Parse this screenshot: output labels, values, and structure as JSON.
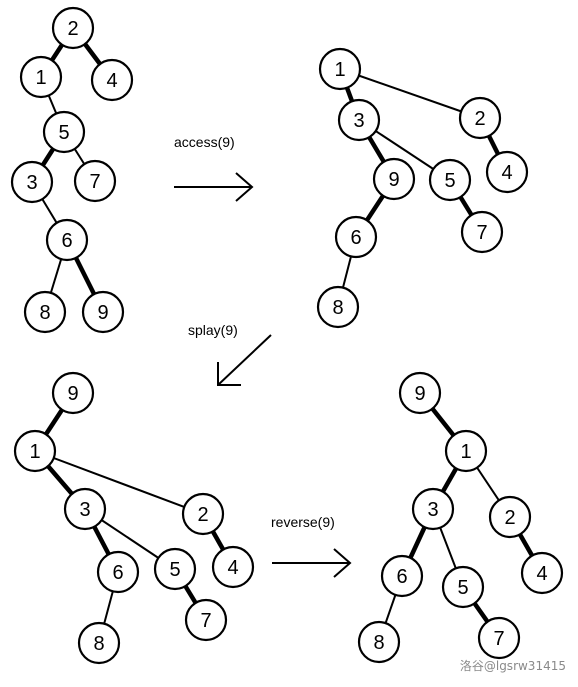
{
  "colors": {
    "stroke": "#000000",
    "node_fill": "#ffffff",
    "watermark": "#8a8a8a"
  },
  "operations": {
    "access": "access(9)",
    "splay": "splay(9)",
    "reverse": "reverse(9)"
  },
  "watermark": "洛谷@lgsrw31415",
  "trees": [
    {
      "id": "tree-initial",
      "nodes": [
        "2",
        "1",
        "4",
        "5",
        "3",
        "7",
        "6",
        "8",
        "9"
      ],
      "edges": [
        {
          "from": "2",
          "to": "1",
          "heavy": true
        },
        {
          "from": "2",
          "to": "4",
          "heavy": true
        },
        {
          "from": "1",
          "to": "5",
          "heavy": false
        },
        {
          "from": "5",
          "to": "3",
          "heavy": true
        },
        {
          "from": "5",
          "to": "7",
          "heavy": false
        },
        {
          "from": "3",
          "to": "6",
          "heavy": false
        },
        {
          "from": "6",
          "to": "8",
          "heavy": false
        },
        {
          "from": "6",
          "to": "9",
          "heavy": true
        }
      ]
    },
    {
      "id": "tree-after-access",
      "nodes": [
        "1",
        "2",
        "3",
        "4",
        "9",
        "5",
        "6",
        "7",
        "8"
      ],
      "edges": [
        {
          "from": "1",
          "to": "3",
          "heavy": true
        },
        {
          "from": "1",
          "to": "2",
          "heavy": false
        },
        {
          "from": "2",
          "to": "4",
          "heavy": true
        },
        {
          "from": "3",
          "to": "9",
          "heavy": true
        },
        {
          "from": "3",
          "to": "5",
          "heavy": false
        },
        {
          "from": "9",
          "to": "6",
          "heavy": true
        },
        {
          "from": "5",
          "to": "7",
          "heavy": true
        },
        {
          "from": "6",
          "to": "8",
          "heavy": false
        }
      ]
    },
    {
      "id": "tree-after-splay",
      "nodes": [
        "9",
        "1",
        "3",
        "2",
        "6",
        "5",
        "4",
        "8",
        "7"
      ],
      "edges": [
        {
          "from": "9",
          "to": "1",
          "heavy": true
        },
        {
          "from": "1",
          "to": "3",
          "heavy": true
        },
        {
          "from": "1",
          "to": "2",
          "heavy": false
        },
        {
          "from": "3",
          "to": "6",
          "heavy": true
        },
        {
          "from": "3",
          "to": "5",
          "heavy": false
        },
        {
          "from": "2",
          "to": "4",
          "heavy": true
        },
        {
          "from": "5",
          "to": "7",
          "heavy": true
        },
        {
          "from": "6",
          "to": "8",
          "heavy": false
        }
      ]
    },
    {
      "id": "tree-after-reverse",
      "nodes": [
        "9",
        "1",
        "3",
        "2",
        "6",
        "5",
        "4",
        "8",
        "7"
      ],
      "edges": [
        {
          "from": "9",
          "to": "1",
          "heavy": true
        },
        {
          "from": "1",
          "to": "3",
          "heavy": true
        },
        {
          "from": "1",
          "to": "2",
          "heavy": false
        },
        {
          "from": "3",
          "to": "6",
          "heavy": true
        },
        {
          "from": "3",
          "to": "5",
          "heavy": false
        },
        {
          "from": "2",
          "to": "4",
          "heavy": true
        },
        {
          "from": "5",
          "to": "7",
          "heavy": true
        },
        {
          "from": "6",
          "to": "8",
          "heavy": false
        }
      ]
    }
  ]
}
